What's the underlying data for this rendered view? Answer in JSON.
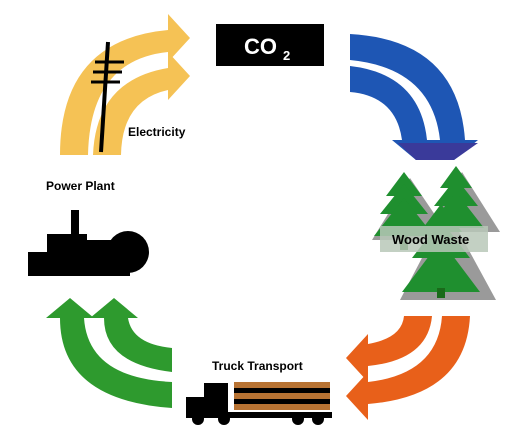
{
  "title": {
    "text": "CO",
    "subscript": "2"
  },
  "labels": {
    "electricity": "Electricity",
    "power_plant": "Power Plant",
    "wood_waste": "Wood Waste",
    "truck_transport": "Truck Transport"
  },
  "colors": {
    "electricity_arrows": "#f5c255",
    "co2_arrows": "#1e56b4",
    "transport_arrows": "#e8601a",
    "return_arrows": "#2e9a2e",
    "trees": "#1f8f2f",
    "tree_shadow": "#9a9a9a",
    "wood_waste_box": "#b8c8b8",
    "truck_logs": "#b87333",
    "black": "#000000"
  },
  "icons": [
    "electricity-pole-icon",
    "power-plant-icon",
    "pine-trees-icon",
    "log-truck-icon"
  ]
}
